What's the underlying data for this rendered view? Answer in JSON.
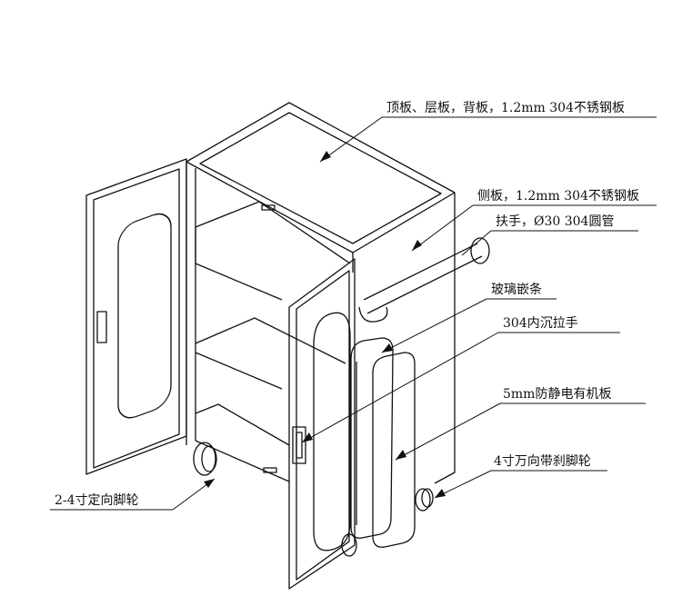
{
  "labels": {
    "top_shelf_back": "顶板、层板，背板，1.2mm 304不锈钢板",
    "side_panel": "侧板，1.2mm 304不锈钢板",
    "handrail": "扶手，Ø30 304圆管",
    "glass_strip": "玻璃嵌条",
    "recessed_handle": "304内沉拉手",
    "antistatic_board": "5mm防静电有机板",
    "swivel_caster": "4寸万向带刹脚轮",
    "fixed_caster": "2-4寸定向脚轮"
  },
  "colors": {
    "line": "#111111",
    "background": "#ffffff"
  }
}
